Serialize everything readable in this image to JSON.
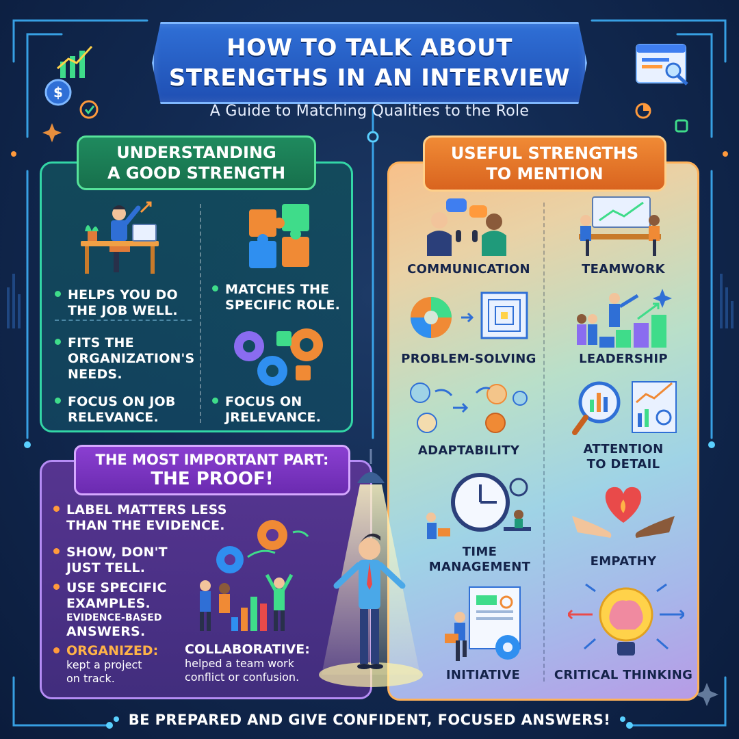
{
  "header": {
    "title_line1": "HOW TO TALK ABOUT",
    "title_line2": "STRENGTHS IN AN INTERVIEW",
    "subtitle": "A Guide to Matching Qualities to the Role"
  },
  "understanding": {
    "heading_line1": "UNDERSTANDING",
    "heading_line2": "A GOOD STRENGTH",
    "left_bullets": [
      {
        "line1": "HELPS YOU DO",
        "line2": "THE JOB WELL."
      },
      {
        "line1": "FITS THE",
        "line2": "ORGANIZATION'S",
        "line3": "NEEDS."
      },
      {
        "line1": "FOCUS ON JOB",
        "line2": "RELEVANCE."
      }
    ],
    "right_bullets": [
      {
        "line1": "MATCHES THE",
        "line2": "SPECIFIC ROLE."
      },
      {
        "line1": "FOCUS ON",
        "line2": "JRELEVANCE."
      }
    ]
  },
  "useful": {
    "heading_line1": "USEFUL STRENGTHS",
    "heading_line2": "TO MENTION",
    "items": [
      {
        "label": "COMMUNICATION",
        "icon": "communication-icon"
      },
      {
        "label": "TEAMWORK",
        "icon": "teamwork-icon"
      },
      {
        "label": "PROBLEM-SOLVING",
        "icon": "problem-solving-icon"
      },
      {
        "label": "LEADERSHIP",
        "icon": "leadership-icon"
      },
      {
        "label": "ADAPTABILITY",
        "icon": "adaptability-icon"
      },
      {
        "label_line1": "ATTENTION",
        "label_line2": "TO DETAIL",
        "icon": "attention-to-detail-icon"
      },
      {
        "label_line1": "TIME",
        "label_line2": "MANAGEMENT",
        "icon": "time-management-icon"
      },
      {
        "label": "EMPATHY",
        "icon": "empathy-icon"
      },
      {
        "label": "INITIATIVE",
        "icon": "initiative-icon"
      },
      {
        "label": "CRITICAL THINKING",
        "icon": "critical-thinking-icon"
      }
    ]
  },
  "proof": {
    "heading_line1": "THE MOST IMPORTANT PART:",
    "heading_line2": "THE PROOF!",
    "bullets": [
      {
        "line1": "LABEL MATTERS LESS",
        "line2": "THAN THE EVIDENCE."
      },
      {
        "line1": "SHOW, DON'T",
        "line2": "JUST TELL."
      },
      {
        "line1": "USE SPECIFIC",
        "line2": "EXAMPLES.",
        "line3": "EVIDENCE-BASED",
        "line4": "ANSWERS."
      }
    ],
    "organized_label": "ORGANIZED:",
    "organized_line1": "kept a project",
    "organized_line2": "on track.",
    "collab_label": "COLLABORATIVE:",
    "collab_line1": "helped a team work",
    "collab_line2": "conflict or confusion."
  },
  "footer": {
    "text": "BE PREPARED AND GIVE CONFIDENT, FOCUSED ANSWERS!"
  },
  "colors": {
    "background": "#122a52",
    "title_banner": "#2f6fd6",
    "green_accent": "#33d6a6",
    "orange_accent": "#f08a35",
    "purple_accent": "#8a3fd1",
    "circuit": "#3fb6ff"
  }
}
